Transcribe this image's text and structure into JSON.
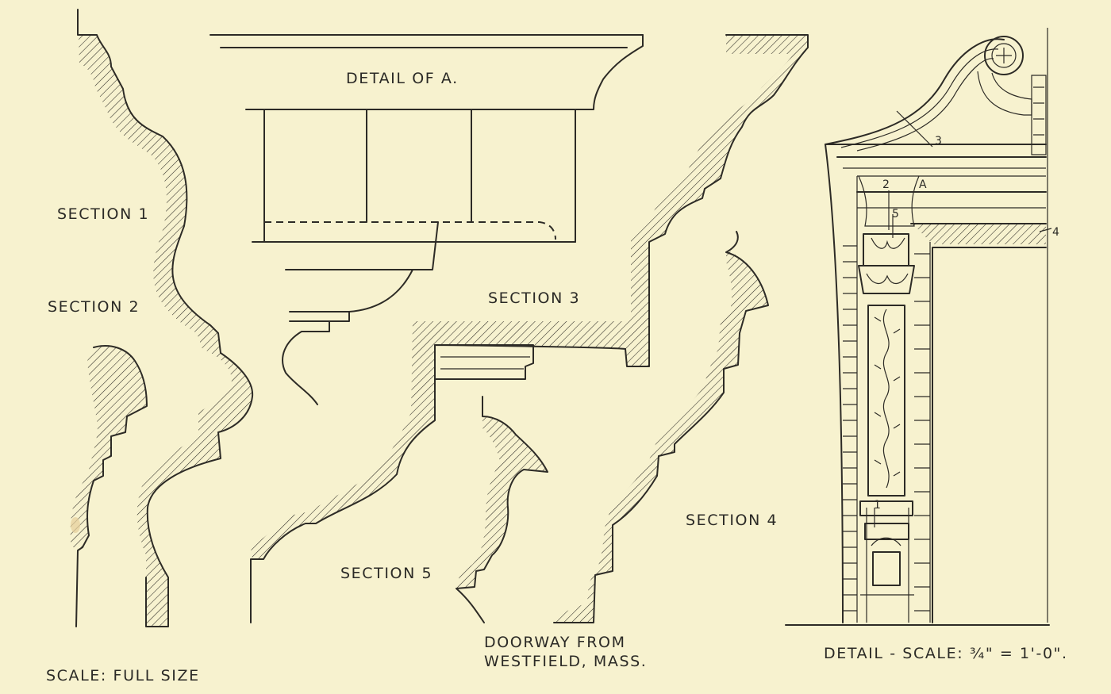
{
  "labels": {
    "detail_of_a": "DETAIL OF A.",
    "section_1": "SECTION 1",
    "section_2": "SECTION 2",
    "section_3": "SECTION 3",
    "section_4": "SECTION 4",
    "section_5": "SECTION 5",
    "scale_full": "SCALE: FULL SIZE",
    "doorway_line1": "DOORWAY FROM",
    "doorway_line2": "WESTFIELD, MASS.",
    "detail_scale": "DETAIL - SCALE: ¾\" = 1'-0\"."
  },
  "elevation_markers": {
    "m1": "1",
    "m2": "2",
    "m3": "3",
    "m4": "4",
    "m5": "5",
    "mA": "A"
  },
  "colors": {
    "paper": "#f7f2cf",
    "ink": "#2d2b26"
  }
}
